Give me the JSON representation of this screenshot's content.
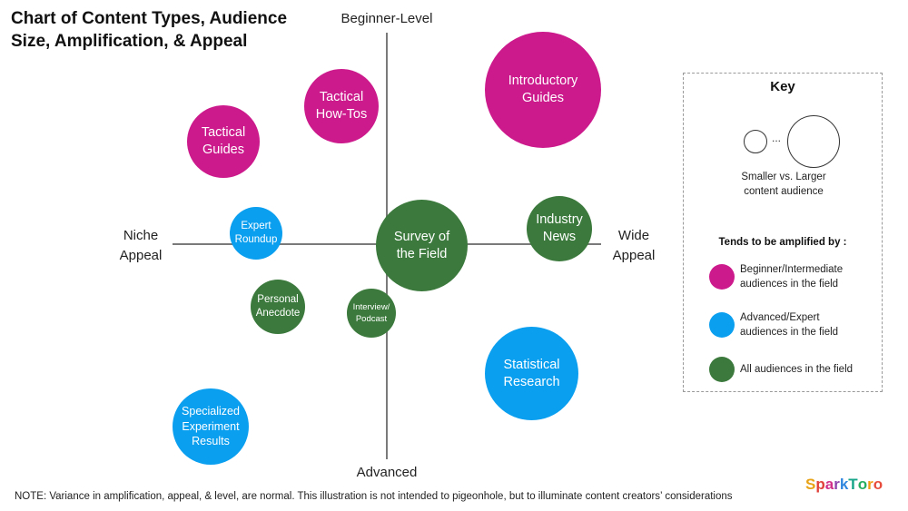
{
  "title": "Chart of Content Types, Audience Size, Amplification, & Appeal",
  "axes": {
    "top": "Beginner-Level",
    "bottom": "Advanced",
    "left": [
      "Niche",
      "Appeal"
    ],
    "right": [
      "Wide",
      "Appeal"
    ]
  },
  "bubbles": [
    {
      "id": "introductory-guides",
      "lines": [
        "Introductory",
        "Guides"
      ],
      "color": "pink",
      "audience_size": "largest"
    },
    {
      "id": "tactical-how-tos",
      "lines": [
        "Tactical",
        "How-Tos"
      ],
      "color": "pink",
      "audience_size": "medium"
    },
    {
      "id": "tactical-guides",
      "lines": [
        "Tactical",
        "Guides"
      ],
      "color": "pink",
      "audience_size": "medium"
    },
    {
      "id": "expert-roundup",
      "lines": [
        "Expert",
        "Roundup"
      ],
      "color": "blue",
      "audience_size": "small"
    },
    {
      "id": "survey-of-the-field",
      "lines": [
        "Survey of",
        "the Field"
      ],
      "color": "green",
      "audience_size": "large"
    },
    {
      "id": "industry-news",
      "lines": [
        "Industry",
        "News"
      ],
      "color": "green",
      "audience_size": "medium"
    },
    {
      "id": "personal-anecdote",
      "lines": [
        "Personal",
        "Anecdote"
      ],
      "color": "green",
      "audience_size": "small"
    },
    {
      "id": "interview-podcast",
      "lines": [
        "Interview/",
        "Podcast"
      ],
      "color": "green",
      "audience_size": "smallest"
    },
    {
      "id": "statistical-research",
      "lines": [
        "Statistical",
        "Research"
      ],
      "color": "blue",
      "audience_size": "large"
    },
    {
      "id": "specialized-experiment-results",
      "lines": [
        "Specialized",
        "Experiment",
        "Results"
      ],
      "color": "blue",
      "audience_size": "medium"
    }
  ],
  "key": {
    "title": "Key",
    "dots": "...",
    "size_text": [
      "Smaller vs. Larger",
      "content audience"
    ],
    "amplified_heading": "Tends to be amplified by :",
    "items": [
      {
        "color": "pink",
        "lines": [
          "Beginner/Intermediate",
          "audiences in the field"
        ]
      },
      {
        "color": "blue",
        "lines": [
          "Advanced/Expert",
          "audiences in the field"
        ]
      },
      {
        "color": "green",
        "lines": [
          "All audiences in the field"
        ]
      }
    ]
  },
  "colors": {
    "pink": "#cc1a8c",
    "blue": "#0b9ff0",
    "green": "#3b7a3c"
  },
  "note": "NOTE: Variance in amplification, appeal, & level, are normal. This illustration is not intended to pigeonhole, but to illuminate content creators’ considerations",
  "logo": "SparkToro"
}
